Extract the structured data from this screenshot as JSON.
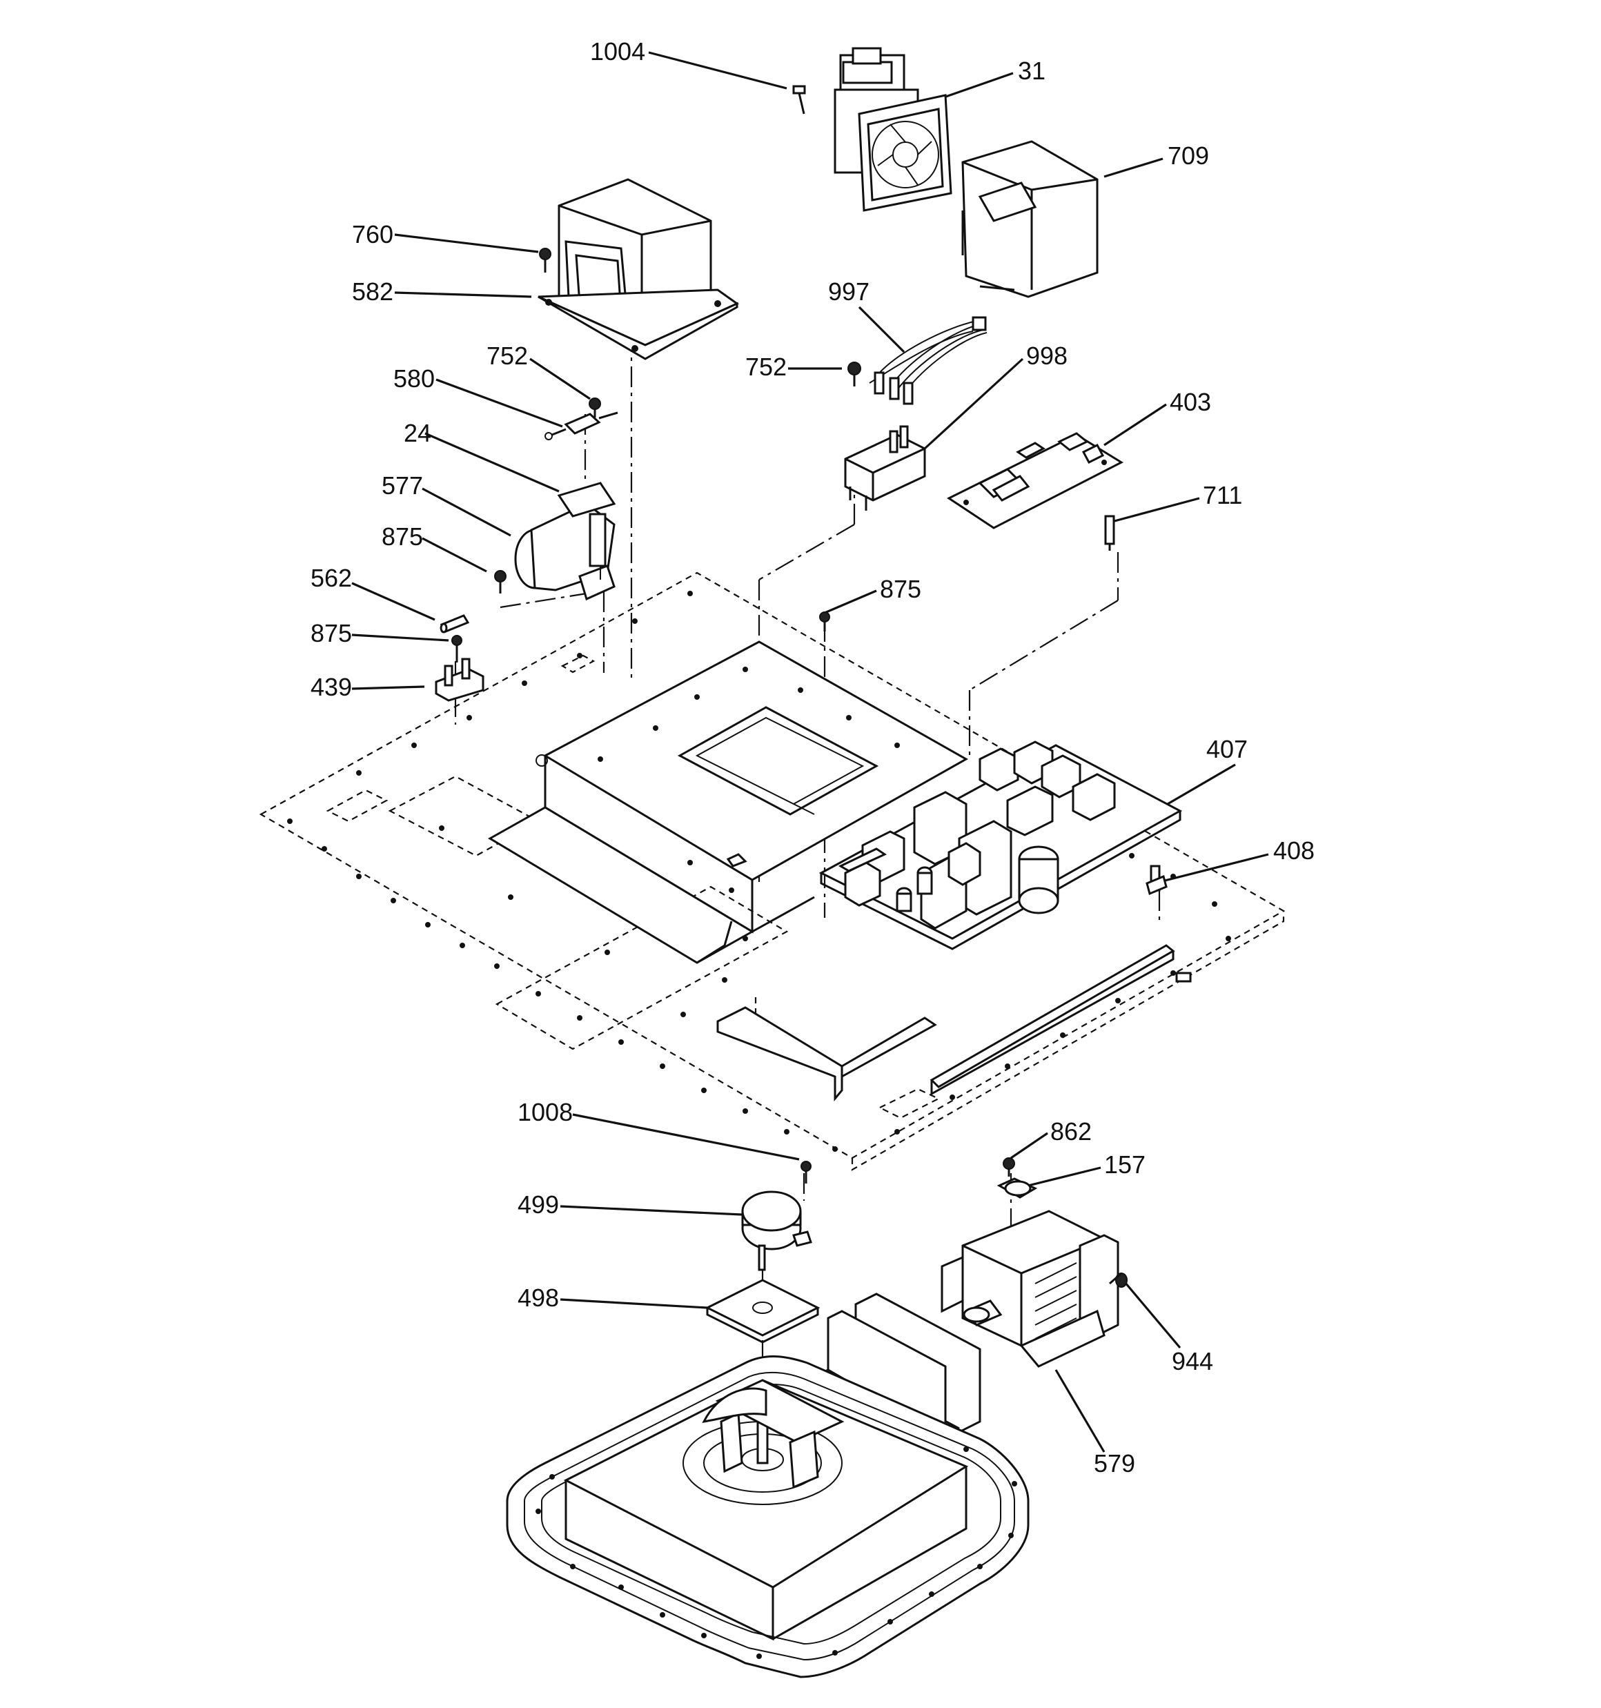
{
  "callouts": {
    "c1004": "1004",
    "c31": "31",
    "c709": "709",
    "c760": "760",
    "c582": "582",
    "c997": "997",
    "c752a": "752",
    "c752b": "752",
    "c998": "998",
    "c580": "580",
    "c24": "24",
    "c403": "403",
    "c577": "577",
    "c711": "711",
    "c875a": "875",
    "c875b": "875",
    "c875c": "875",
    "c562": "562",
    "c439": "439",
    "c407": "407",
    "c408": "408",
    "c1008": "1008",
    "c862": "862",
    "c157": "157",
    "c499": "499",
    "c498": "498",
    "c944": "944",
    "c579": "579"
  }
}
